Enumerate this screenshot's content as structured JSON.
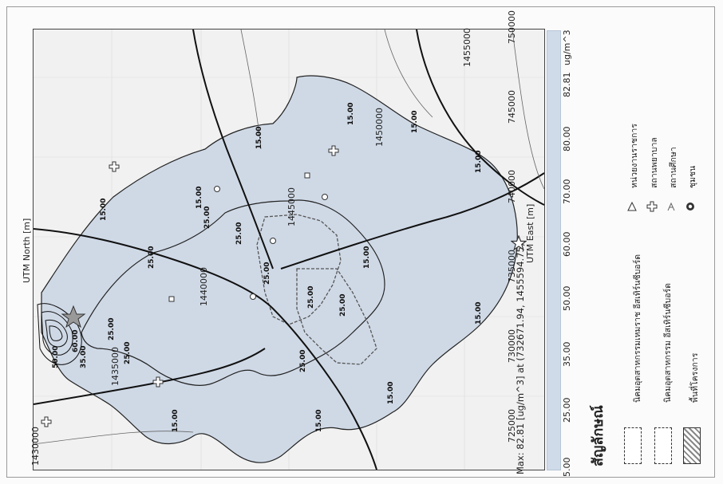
{
  "map": {
    "x_axis_title": "UTM North [m]",
    "x_ticks": [
      "1430000",
      "1435000",
      "1440000",
      "1445000",
      "1450000",
      "1455000"
    ],
    "y_axis_title": "UTM East [m]",
    "y_ticks": [
      "725000",
      "730000",
      "735000",
      "740000",
      "745000",
      "750000"
    ],
    "contour_labels": [
      "15.00",
      "15.00",
      "15.00",
      "15.00",
      "15.00",
      "15.00",
      "15.00",
      "15.00",
      "15.00",
      "15.00",
      "15.00",
      "25.00",
      "25.00",
      "25.00",
      "25.00",
      "25.00",
      "25.00",
      "25.00",
      "25.00",
      "25.00",
      "35.00",
      "50.00",
      "60.00"
    ],
    "max_label": "Max: 82.81 [ug/m^3] at (732671.94, 1455594.75)",
    "fill_color": "#cfd9e6"
  },
  "colorbar": {
    "ticks": [
      "5.00",
      "25.00",
      "35.00",
      "50.00",
      "60.00",
      "70.00",
      "80.00",
      "82.81"
    ],
    "unit": "ug/m^3",
    "color": "#cfdbe9"
  },
  "legend": {
    "title": "สัญลักษณ์",
    "boundary_items": [
      "นิคมอุตสาหกรรมเหมราช อีสเทิร์นซีบอร์ด",
      "นิคมอุตสาหกรรม อีสเทิร์นซีบอร์ด",
      "พื้นที่โครงการ"
    ],
    "icon_items": [
      {
        "icon": "government-icon",
        "label": "หน่วยงานราชการ"
      },
      {
        "icon": "hospital-icon",
        "label": "สถานพยาบาล"
      },
      {
        "icon": "school-icon",
        "label": "สถานศึกษา"
      },
      {
        "icon": "community-icon",
        "label": "ชุมชน"
      }
    ]
  }
}
